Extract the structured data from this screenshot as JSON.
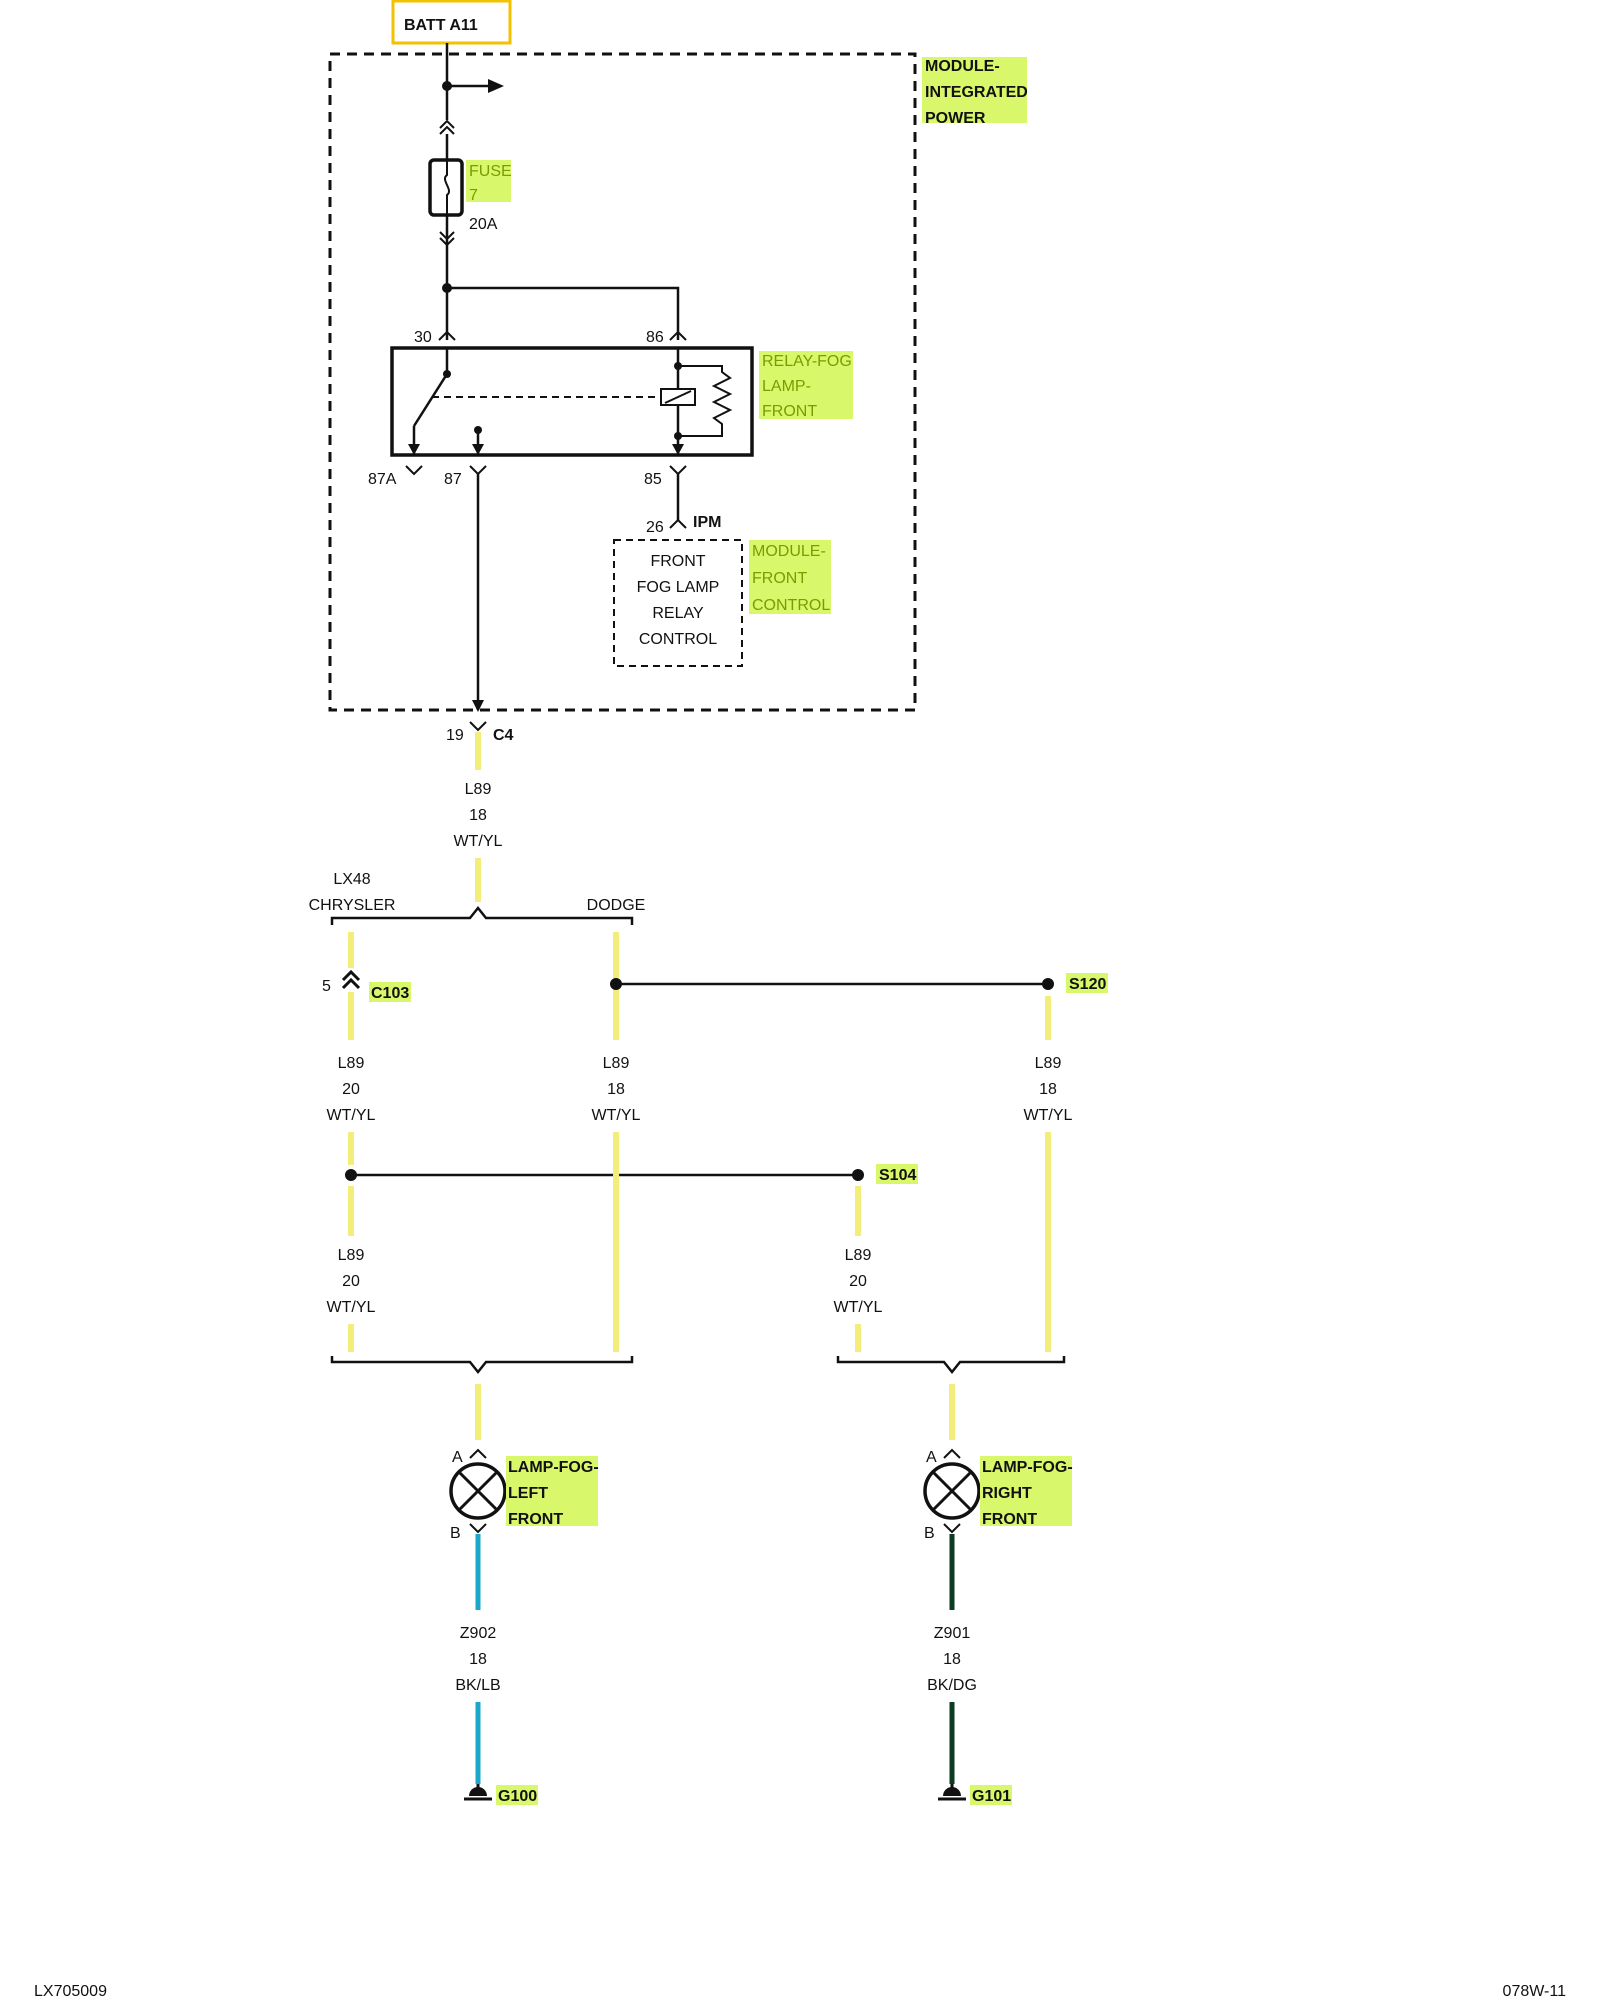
{
  "batt": "BATT A11",
  "module_ipm": {
    "l1": "MODULE-",
    "l2": "INTEGRATED",
    "l3": "POWER"
  },
  "fuse": {
    "l1": "FUSE",
    "l2": "7",
    "rating": "20A"
  },
  "relay": {
    "l1": "RELAY-FOG",
    "l2": "LAMP-",
    "l3": "FRONT"
  },
  "relay_pins": {
    "p30": "30",
    "p86": "86",
    "p87a": "87A",
    "p87": "87",
    "p85": "85"
  },
  "ipm_pin": {
    "num": "26",
    "name": "IPM"
  },
  "fcm_box": {
    "l1": "FRONT",
    "l2": "FOG LAMP",
    "l3": "RELAY",
    "l4": "CONTROL"
  },
  "module_fcm": {
    "l1": "MODULE-",
    "l2": "FRONT",
    "l3": "CONTROL"
  },
  "connector_c4": {
    "pin": "19",
    "name": "C4"
  },
  "wire_main": {
    "circuit": "L89",
    "gauge": "18",
    "color": "WT/YL"
  },
  "variant": {
    "l1": "LX48",
    "l2": "CHRYSLER",
    "dodge": "DODGE"
  },
  "connector_c103": {
    "pin": "5",
    "name": "C103"
  },
  "splice_s120": "S120",
  "splice_s104": "S104",
  "wire_c103": {
    "circuit": "L89",
    "gauge": "20",
    "color": "WT/YL"
  },
  "wire_dodge": {
    "circuit": "L89",
    "gauge": "18",
    "color": "WT/YL"
  },
  "wire_s120": {
    "circuit": "L89",
    "gauge": "18",
    "color": "WT/YL"
  },
  "wire_left_lower": {
    "circuit": "L89",
    "gauge": "20",
    "color": "WT/YL"
  },
  "wire_s104": {
    "circuit": "L89",
    "gauge": "20",
    "color": "WT/YL"
  },
  "lamp_left": {
    "l1": "LAMP-FOG-",
    "l2": "LEFT",
    "l3": "FRONT",
    "pin_a": "A",
    "pin_b": "B"
  },
  "lamp_right": {
    "l1": "LAMP-FOG-",
    "l2": "RIGHT",
    "l3": "FRONT",
    "pin_a": "A",
    "pin_b": "B"
  },
  "wire_z902": {
    "circuit": "Z902",
    "gauge": "18",
    "color": "BK/LB"
  },
  "wire_z901": {
    "circuit": "Z901",
    "gauge": "18",
    "color": "BK/DG"
  },
  "ground_left": "G100",
  "ground_right": "G101",
  "footer_left": "LX705009",
  "footer_right": "078W-11",
  "colors": {
    "highlight": "#d9f76a",
    "wire_yellow": "#f3ee7a",
    "wire_blue": "#1aa7c9",
    "wire_darkgreen": "#0c3d22"
  }
}
